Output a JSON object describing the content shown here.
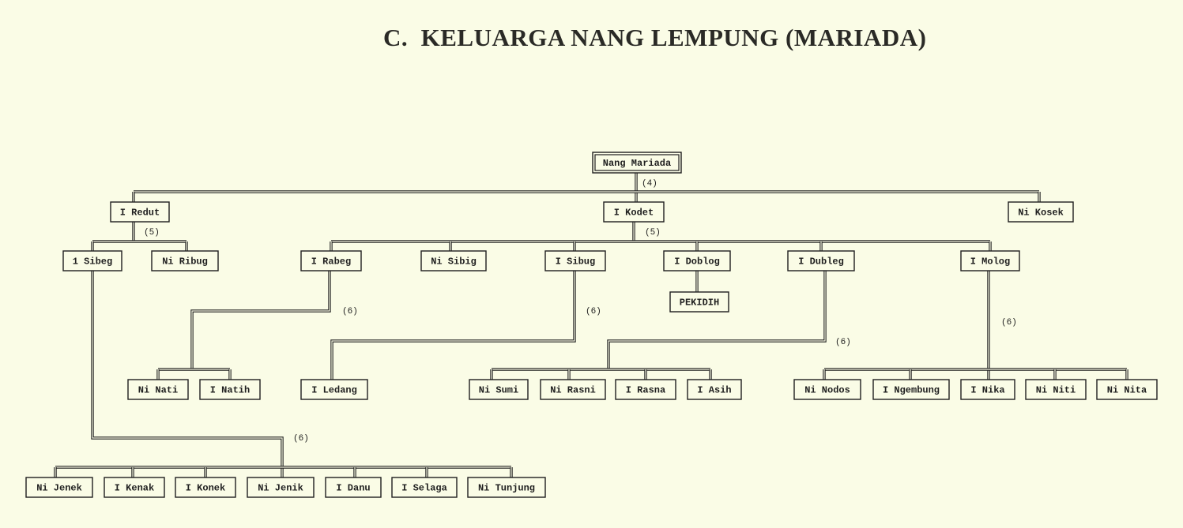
{
  "title": "C.  KELUARGA NANG LEMPUNG (MARIADA)",
  "nodes": {
    "mariada": "Nang Mariada",
    "redut": "I Redut",
    "kodet": "I Kodet",
    "kosek": "Ni Kosek",
    "sibeg": "1 Sibeg",
    "ribug": "Ni Ribug",
    "rabeg": "I Rabeg",
    "sibig": "Ni Sibig",
    "sibug": "I Sibug",
    "doblog": "I Doblog",
    "dubleg": "I Dubleg",
    "molog": "I Molog",
    "pekidih": "PEKIDIH",
    "nati": "Ni Nati",
    "natih": "I Natih",
    "ledang": "I Ledang",
    "sumi": "Ni Sumi",
    "rasni": "Ni Rasni",
    "rasna": "I Rasna",
    "asih": "I Asih",
    "nodos": "Ni Nodos",
    "ngembung": "I Ngembung",
    "nika": "I Nika",
    "niti": "Ni Niti",
    "nita": "Ni Nita",
    "jenek": "Ni Jenek",
    "kenak": "I Kenak",
    "konek": "I Konek",
    "jenik": "Ni Jenik",
    "danu": "I Danu",
    "selaga": "I Selaga",
    "tunjung": "Ni Tunjung"
  },
  "generation_labels": {
    "g4": "(4)",
    "g5_redut": "(5)",
    "g5_kodet": "(5)",
    "g6_rabeg": "(6)",
    "g6_sibug": "(6)",
    "g6_dubleg": "(6)",
    "g6_molog": "(6)",
    "g6_sibeg": "(6)"
  },
  "colors": {
    "line": "#1e1e1e",
    "background": "#fafce6"
  }
}
